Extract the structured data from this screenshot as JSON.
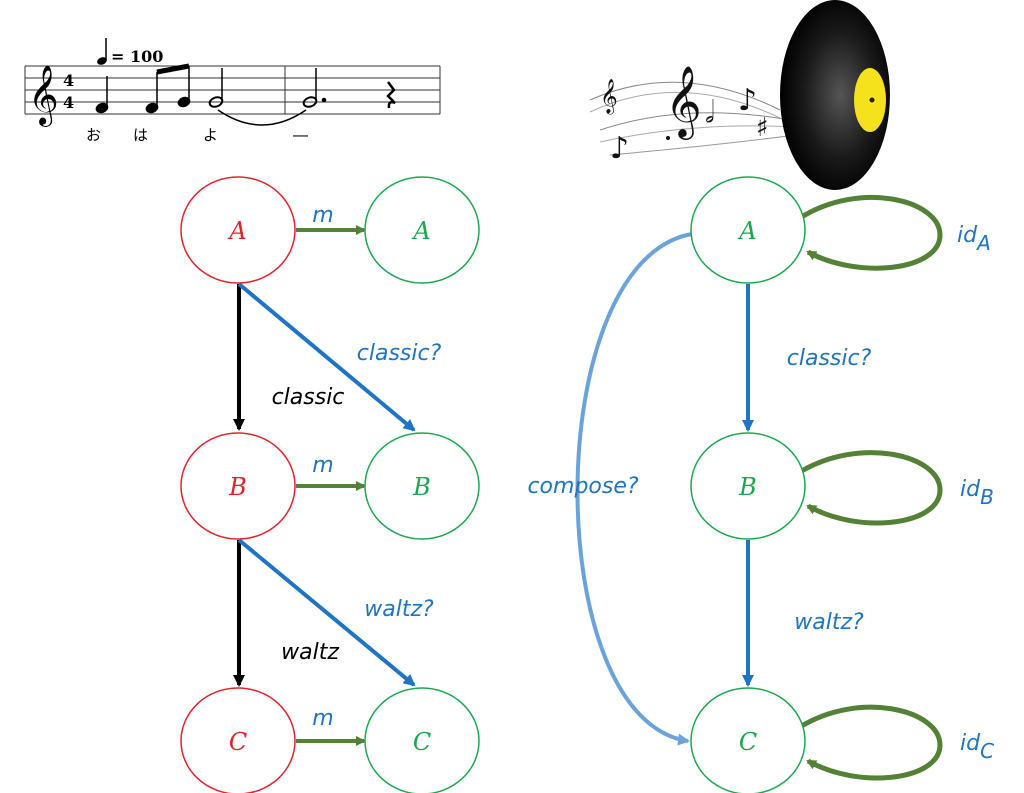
{
  "score": {
    "tempo": "= 100",
    "time_signature_top": "4",
    "time_signature_bottom": "4",
    "lyrics": [
      "お",
      "は",
      "よ",
      "―"
    ]
  },
  "colors": {
    "red": "#e8202a",
    "green": "#1aa84e",
    "blue": "#1f74c4",
    "light_blue": "#6aa3dc",
    "olive": "#538135",
    "black": "#000000",
    "vinyl_label": "#f5e21c"
  },
  "left_diagram": {
    "source_nodes": [
      "A",
      "B",
      "C"
    ],
    "target_nodes": [
      "A",
      "B",
      "C"
    ],
    "map_labels": [
      "m",
      "m",
      "m"
    ],
    "vertical_labels": [
      "classic",
      "waltz"
    ],
    "diagonal_labels": [
      "classic?",
      "waltz?"
    ]
  },
  "right_diagram": {
    "nodes": [
      "A",
      "B",
      "C"
    ],
    "edge_labels": [
      "classic?",
      "waltz?"
    ],
    "compose_label": "compose?",
    "identity_labels": [
      {
        "main": "id",
        "sub": "A"
      },
      {
        "main": "id",
        "sub": "B"
      },
      {
        "main": "id",
        "sub": "C"
      }
    ]
  }
}
